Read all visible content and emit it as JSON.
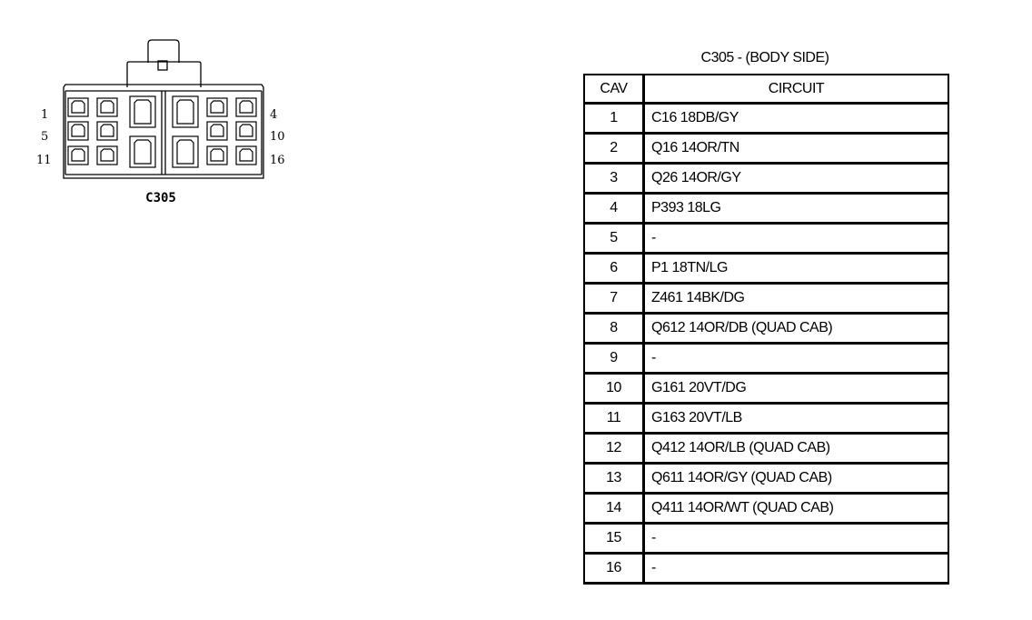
{
  "connector": {
    "name": "C305",
    "pin_labels": {
      "left": [
        "1",
        "5",
        "11"
      ],
      "right": [
        "4",
        "10",
        "16"
      ]
    }
  },
  "table": {
    "title": "C305 - (BODY SIDE)",
    "headers": {
      "cav": "CAV",
      "circuit": "CIRCUIT"
    },
    "rows": [
      {
        "cav": "1",
        "circuit": "C16 18DB/GY"
      },
      {
        "cav": "2",
        "circuit": "Q16 14OR/TN"
      },
      {
        "cav": "3",
        "circuit": "Q26 14OR/GY"
      },
      {
        "cav": "4",
        "circuit": "P393 18LG"
      },
      {
        "cav": "5",
        "circuit": "-"
      },
      {
        "cav": "6",
        "circuit": "P1 18TN/LG"
      },
      {
        "cav": "7",
        "circuit": "Z461 14BK/DG"
      },
      {
        "cav": "8",
        "circuit": "Q612 14OR/DB (QUAD CAB)"
      },
      {
        "cav": "9",
        "circuit": "-"
      },
      {
        "cav": "10",
        "circuit": "G161 20VT/DG"
      },
      {
        "cav": "11",
        "circuit": "G163 20VT/LB"
      },
      {
        "cav": "12",
        "circuit": "Q412 14OR/LB (QUAD CAB)"
      },
      {
        "cav": "13",
        "circuit": "Q611 14OR/GY (QUAD CAB)"
      },
      {
        "cav": "14",
        "circuit": "Q411 14OR/WT (QUAD CAB)"
      },
      {
        "cav": "15",
        "circuit": "-"
      },
      {
        "cav": "16",
        "circuit": "-"
      }
    ]
  }
}
